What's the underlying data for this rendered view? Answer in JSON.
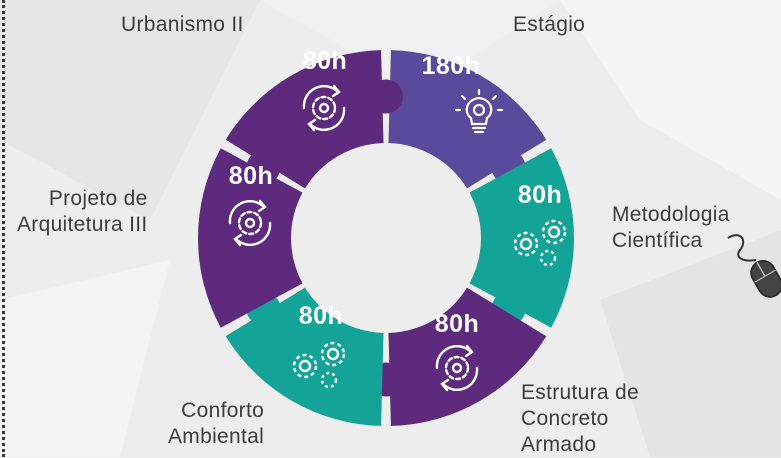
{
  "diagram": {
    "segments": [
      {
        "id": "estagio",
        "label_lines": [
          "Estágio"
        ],
        "hours": "180h",
        "color": "#5a4a9c",
        "icon": "lightbulb-gear-icon"
      },
      {
        "id": "metodologia",
        "label_lines": [
          "Metodologia",
          "Científica"
        ],
        "hours": "80h",
        "color": "#13a397",
        "icon": "gears-icon"
      },
      {
        "id": "estrutura",
        "label_lines": [
          "Estrutura de",
          "Concreto",
          "Armado"
        ],
        "hours": "80h",
        "color": "#5e2a7e",
        "icon": "gear-cycle-icon"
      },
      {
        "id": "conforto",
        "label_lines": [
          "Conforto",
          "Ambiental"
        ],
        "hours": "80h",
        "color": "#13a397",
        "icon": "gears-icon"
      },
      {
        "id": "projeto",
        "label_lines": [
          "Projeto de",
          "Arquitetura III"
        ],
        "hours": "80h",
        "color": "#5e2a7e",
        "icon": "gear-cycle-icon"
      },
      {
        "id": "urbanismo",
        "label_lines": [
          "Urbanismo II"
        ],
        "hours": "80h",
        "color": "#5e2a7e",
        "icon": "gear-cycle-icon"
      }
    ],
    "colors": {
      "purple": "#5e2a7e",
      "indigo": "#5a4a9c",
      "teal": "#13a397",
      "text": "#3d3d3d",
      "background": "#ededed"
    },
    "scroll_hint_icon": "mouse-scroll-icon"
  }
}
